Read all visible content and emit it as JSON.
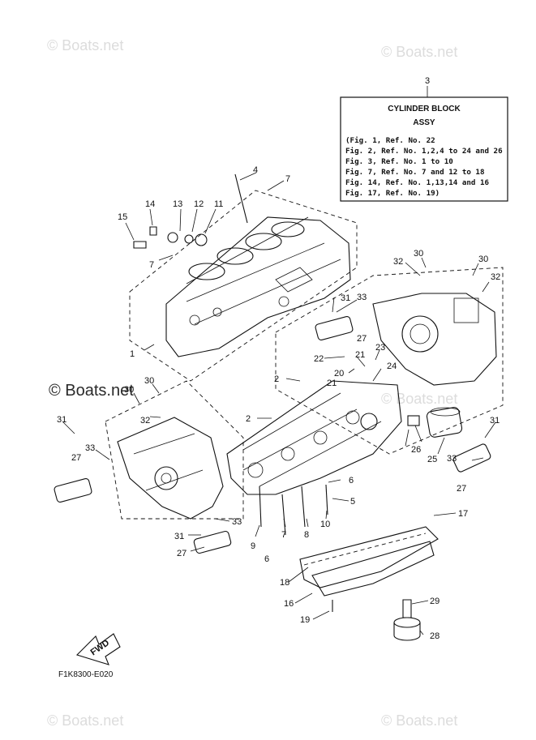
{
  "watermarks": {
    "top_left": "© Boats.net",
    "top_right": "© Boats.net",
    "mid_left": "© Boats.net",
    "mid_right": "© Boats.net",
    "bottom_left": "© Boats.net",
    "bottom_right": "© Boats.net"
  },
  "info_box": {
    "ref": "3",
    "title": "CYLINDER BLOCK",
    "subtitle": "ASSY",
    "lines": [
      "(Fig. 1, Ref. No. 22",
      " Fig. 2, Ref. No. 1,2,4 to 24 and 26",
      " Fig. 3, Ref. No. 1 to 10",
      " Fig. 7, Ref. No. 7 and 12 to 18",
      " Fig. 14, Ref. No. 1,13,14 and 16",
      " Fig. 17, Ref. No. 19)"
    ]
  },
  "callouts": {
    "c1": "1",
    "c2a": "2",
    "c2b": "2",
    "c4": "4",
    "c5": "5",
    "c6a": "6",
    "c6b": "6",
    "c7a": "7",
    "c7b": "7",
    "c8": "8",
    "c9": "9",
    "c10": "10",
    "c11": "11",
    "c12": "12",
    "c13": "13",
    "c14": "14",
    "c15": "15",
    "c16": "16",
    "c17": "17",
    "c18": "18",
    "c19": "19",
    "c20": "20",
    "c21a": "21",
    "c21b": "21",
    "c22": "22",
    "c23": "23",
    "c24": "24",
    "c25": "25",
    "c26": "26",
    "c27a": "27",
    "c27b": "27",
    "c27c": "27",
    "c27d": "27",
    "c28": "28",
    "c29": "29",
    "c30a": "30",
    "c30b": "30",
    "c30c": "30",
    "c30d": "30",
    "c31a": "31",
    "c31b": "31",
    "c31c": "31",
    "c31d": "31",
    "c32a": "32",
    "c32b": "32",
    "c32c": "32",
    "c33a": "33",
    "c33b": "33",
    "c33c": "33",
    "c33d": "33"
  },
  "fwd_arrow": "FWD",
  "drawing_code": "F1K8300-E020"
}
